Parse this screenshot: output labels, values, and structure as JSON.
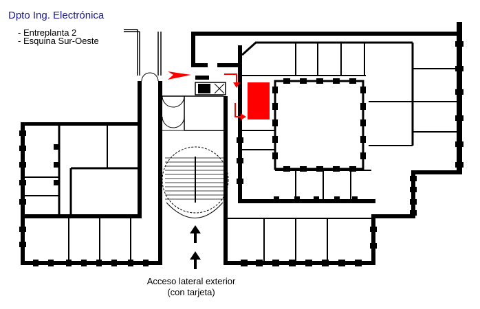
{
  "header": {
    "title": "Dpto Ing. Electrónica",
    "lines": [
      "- Entreplanta 2",
      "- Esquina Sur-Oeste"
    ]
  },
  "footer": {
    "caption_line1": "Acceso lateral exterior",
    "caption_line2": "(con tarjeta)"
  },
  "colors": {
    "walls": "#000000",
    "highlight": "#ff0000",
    "title": "#1a1a8c"
  },
  "icons": [
    "entrance-arrow-icon",
    "route-arrow-icon",
    "up-arrow-icon",
    "elevator-icon",
    "staircase-icon"
  ]
}
